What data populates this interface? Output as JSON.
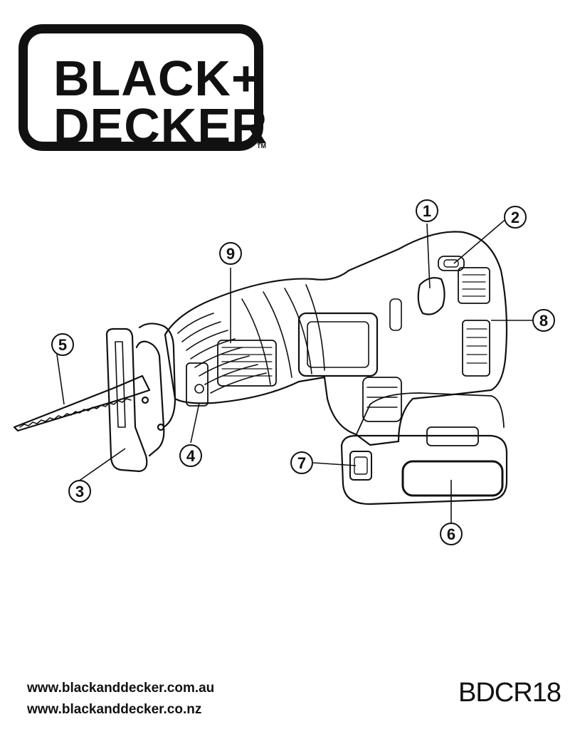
{
  "logo": {
    "line1": "BLACK+",
    "line2": "DECKER",
    "trademark": "TM"
  },
  "callouts": [
    "1",
    "2",
    "3",
    "4",
    "5",
    "6",
    "7",
    "8",
    "9"
  ],
  "footer": {
    "url_au": "www.blackanddecker.com.au",
    "url_nz": "www.blackanddecker.co.nz",
    "model": "BDCR18"
  }
}
